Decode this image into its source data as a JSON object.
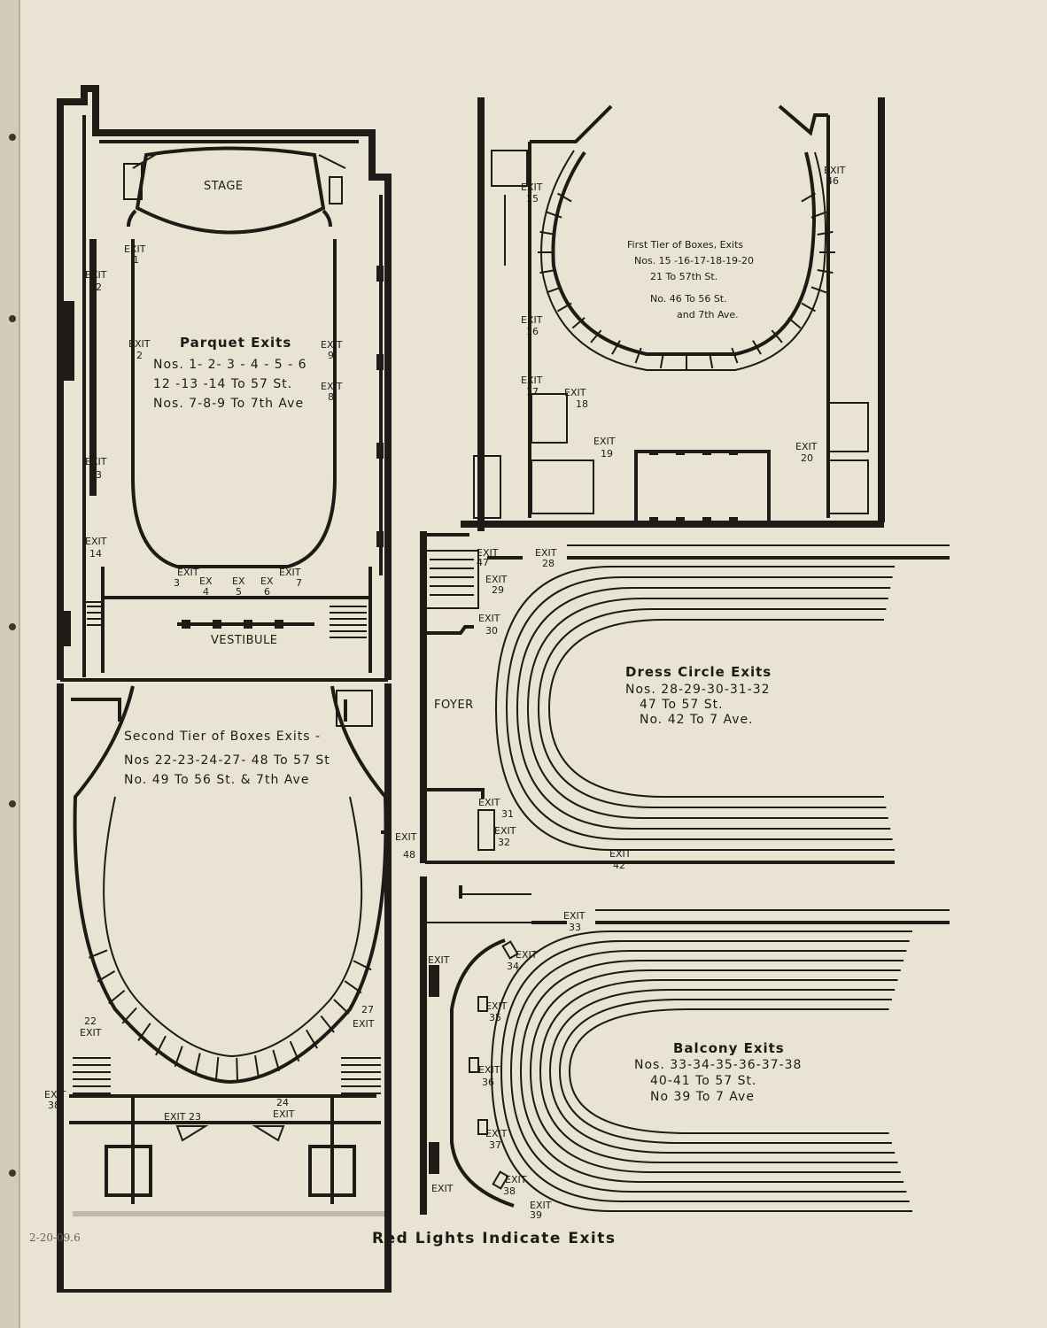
{
  "parquet": {
    "stage": "STAGE",
    "vestibule": "VESTIBULE",
    "title": "Parquet Exits",
    "line1": "Nos. 1- 2- 3 - 4 - 5 - 6",
    "line2": "12 -13 -14 To 57 St.",
    "line3": "Nos. 7-8-9 To 7th Ave",
    "exits": {
      "e1": [
        "EXIT",
        "1"
      ],
      "e2": [
        "EXIT",
        "2"
      ],
      "e3": [
        "EXIT",
        "3"
      ],
      "e4": [
        "EX",
        "4"
      ],
      "e5": [
        "EX",
        "5"
      ],
      "e6": [
        "EX",
        "6"
      ],
      "e7": [
        "EXIT",
        "7"
      ],
      "e8": [
        "EXIT",
        "8"
      ],
      "e9": [
        "EXIT",
        "9"
      ],
      "e12": [
        "EXIT",
        "12"
      ],
      "e13": [
        "EXIT",
        "13"
      ],
      "e14": [
        "EXIT",
        "14"
      ]
    }
  },
  "first_tier": {
    "line1": "First Tier of Boxes, Exits",
    "line2": "Nos. 15 -16-17-18-19-20",
    "line3": "21 To 57th St.",
    "line4": "No. 46 To 56 St.",
    "line5": "and 7th Ave.",
    "exits": {
      "e15": [
        "EXIT",
        "15"
      ],
      "e16": [
        "EXIT",
        "16"
      ],
      "e17": [
        "EXIT",
        "17"
      ],
      "e18": [
        "EXIT",
        "18"
      ],
      "e19": [
        "EXIT",
        "19"
      ],
      "e20": [
        "EXIT",
        "20"
      ],
      "e46": [
        "EXIT",
        "46"
      ]
    }
  },
  "dress_circle": {
    "foyer": "FOYER",
    "title": "Dress Circle Exits",
    "line1": "Nos. 28-29-30-31-32",
    "line2": "47 To 57 St.",
    "line3": "No. 42 To 7 Ave.",
    "exits": {
      "e28": [
        "EXIT",
        "28"
      ],
      "e29": [
        "EXIT",
        "29"
      ],
      "e30": [
        "EXIT",
        "30"
      ],
      "e31": [
        "EXIT",
        "31"
      ],
      "e32": [
        "EXIT",
        "32"
      ],
      "e42": [
        "EXIT",
        "42"
      ],
      "e47": [
        "EXIT",
        "47"
      ]
    }
  },
  "second_tier": {
    "line1": "Second Tier of Boxes Exits -",
    "line2": "Nos 22-23-24-27- 48 To 57 St",
    "line3": "No. 49 To 56 St. & 7th Ave",
    "exits": {
      "e22": [
        "22",
        "EXIT"
      ],
      "e23": "EXIT 23",
      "e24": [
        "24",
        "EXIT"
      ],
      "e27": [
        "27",
        "EXIT"
      ],
      "e38": [
        "EXIT",
        "38"
      ],
      "e48": [
        "EXIT",
        "48"
      ]
    }
  },
  "balcony": {
    "title": "Balcony Exits",
    "line1": "Nos. 33-34-35-36-37-38",
    "line2": "40-41 To 57 St.",
    "line3": "No 39 To 7 Ave",
    "exits": {
      "e33": [
        "EXIT",
        "33"
      ],
      "e34": [
        "EXIT",
        "34"
      ],
      "e35": [
        "EXIT",
        "35"
      ],
      "e36": [
        "EXIT",
        "36"
      ],
      "e37": [
        "EXIT",
        "37"
      ],
      "e38": [
        "EXIT",
        "38"
      ],
      "e39": [
        "EXIT",
        "39"
      ],
      "e40": "EXIT",
      "e41": "EXIT"
    }
  },
  "footer": "Red Lights Indicate Exits",
  "handwritten_note": "2-20-09.6"
}
